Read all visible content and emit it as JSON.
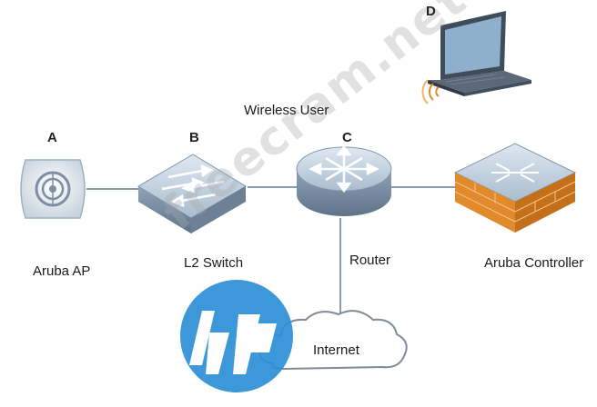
{
  "nodes": {
    "ap": {
      "letter": "A",
      "label": "Aruba AP"
    },
    "switch": {
      "letter": "B",
      "label": "L2 Switch"
    },
    "router": {
      "letter": "C",
      "label": "Router"
    },
    "laptop": {
      "letter": "D",
      "label": "Wireless User"
    },
    "controller": {
      "label": "Aruba Controller"
    },
    "internet": {
      "label": "Internet"
    }
  },
  "watermark": {
    "text": "freecram.net"
  },
  "colors": {
    "link": "#8a9bab",
    "device_top": "#c9d6e3",
    "device_side": "#7f93a8",
    "firewall_brick": "#e08a2c",
    "hp_blue": "#2b8fd6"
  }
}
